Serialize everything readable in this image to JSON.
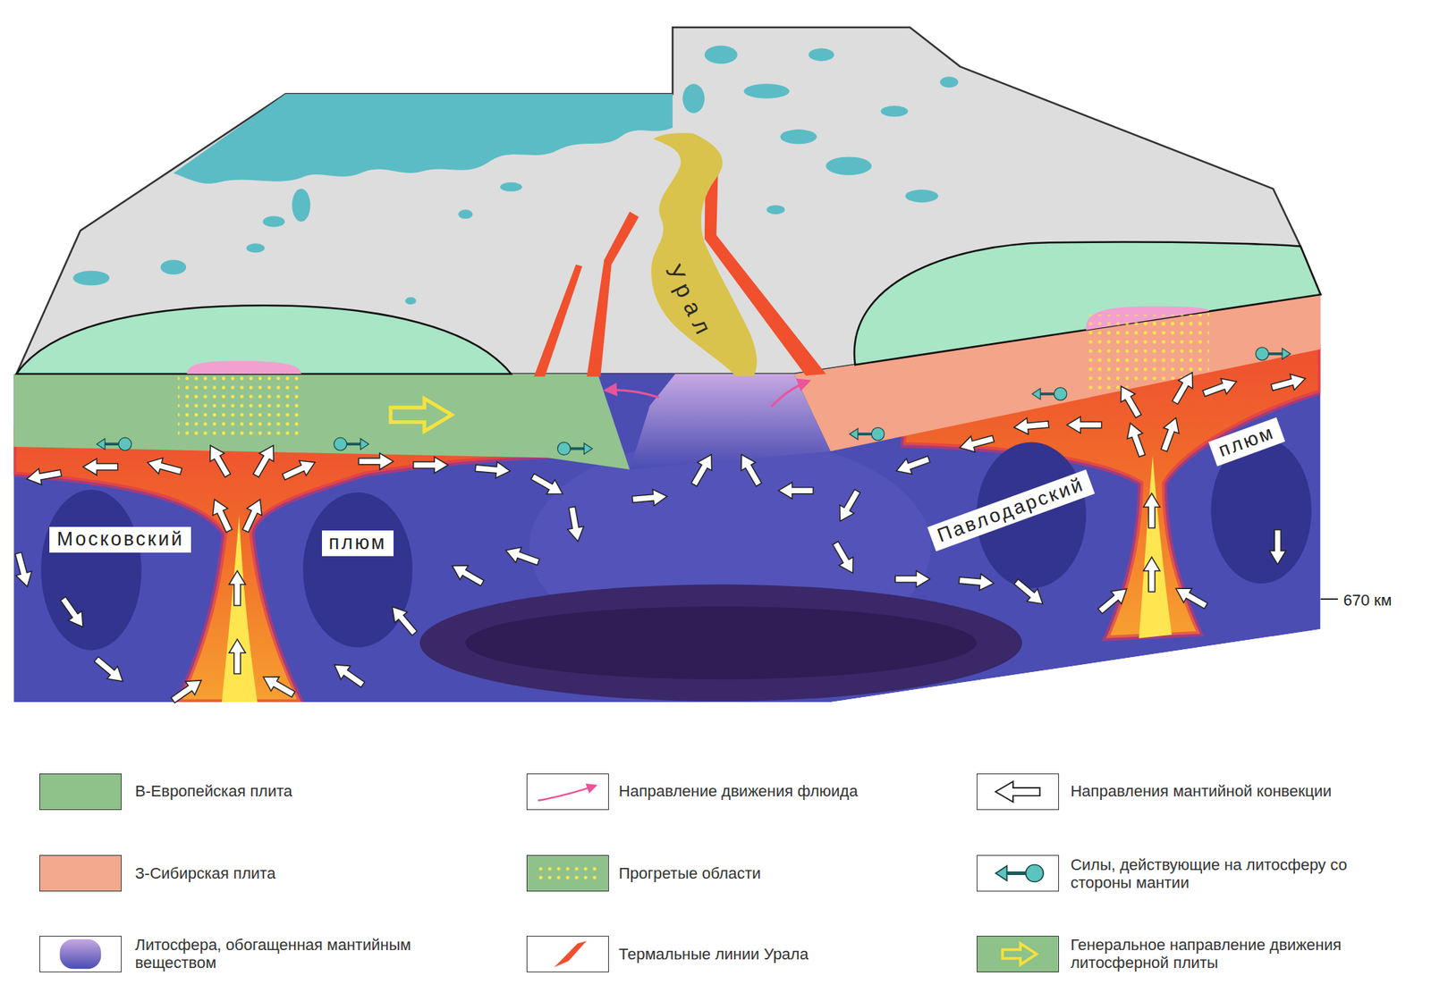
{
  "diagram": {
    "nodes": [
      {
        "text": [
          "Урал"
        ]
      },
      {
        "text": [
          "Московский"
        ]
      },
      {
        "text": [
          "плюм"
        ]
      },
      {
        "text": [
          "Павлодарский"
        ]
      },
      {
        "text": [
          "плюм"
        ]
      }
    ],
    "labels": [
      "670 км"
    ],
    "legend": [
      {
        "text": "В-Европейская плита",
        "color": "#8fc18b"
      },
      {
        "text": "Направление движения флюида"
      },
      {
        "text": "Направления мантийной конвекции"
      },
      {
        "text": "З-Сибирская плита",
        "color": "#f3a98e"
      },
      {
        "text": "Прогретые области"
      },
      {
        "text": "Силы, действующие на литосферу со стороны мантии"
      },
      {
        "text": "Литосфера, обогащенная мантийным веществом"
      },
      {
        "text": "Термальные линии Урала"
      },
      {
        "text": "Генеральное направление движения литосферной плиты"
      }
    ]
  }
}
